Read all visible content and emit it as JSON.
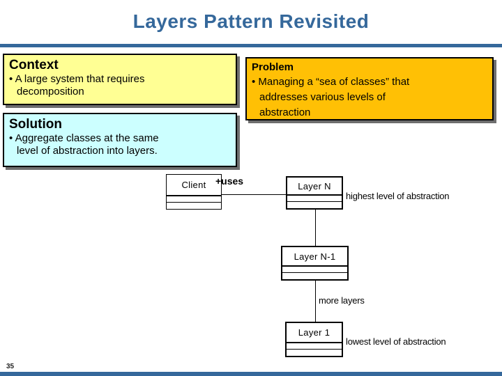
{
  "slide": {
    "title": "Layers Pattern Revisited",
    "page_number": "35"
  },
  "colors": {
    "accent": "#35689B",
    "context_bg": "#FFFF94",
    "problem_bg": "#FFC005",
    "solution_bg": "#CCFFFF",
    "shadow": "#6E6E6E"
  },
  "boxes": {
    "context": {
      "heading": "Context",
      "lines": [
        "• A large system that requires",
        "decomposition"
      ]
    },
    "problem": {
      "heading": "Problem",
      "lines": [
        "• Managing a “sea of classes” that",
        "addresses various levels of",
        "abstraction"
      ]
    },
    "solution": {
      "heading": "Solution",
      "lines": [
        "• Aggregate classes at the same",
        "level of abstraction into layers."
      ]
    }
  },
  "diagram": {
    "classes": [
      {
        "name": "Client"
      },
      {
        "name": "Layer N"
      },
      {
        "name": "Layer N-1"
      },
      {
        "name": "Layer 1"
      }
    ],
    "association_label": "+uses",
    "annotations": {
      "highest": "highest level of abstraction",
      "middle": "more layers",
      "lowest": "lowest level of abstraction"
    }
  }
}
